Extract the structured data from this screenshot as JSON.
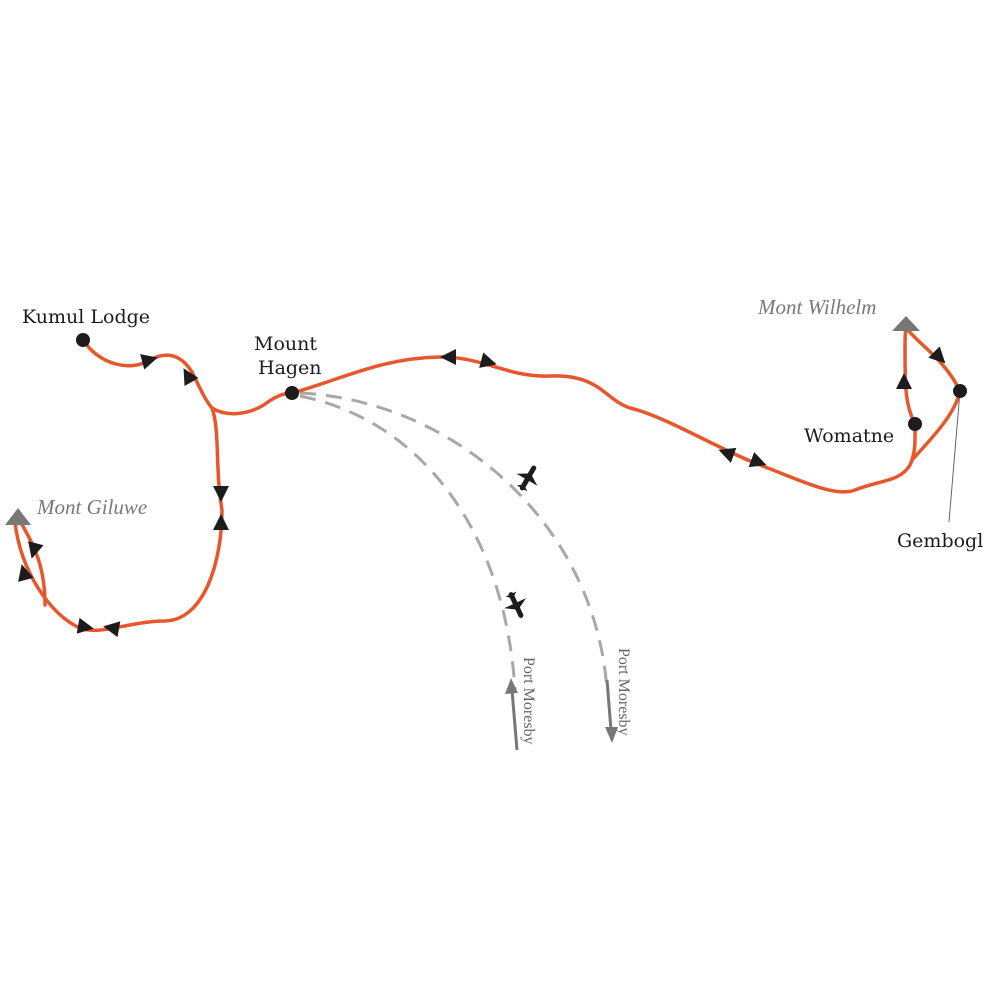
{
  "places": {
    "kumul_lodge": "Kumul Lodge",
    "mount_hagen_1": "Mount",
    "mount_hagen_2": "Hagen",
    "womatne": "Womatne",
    "gembogl": "Gembogl"
  },
  "peaks": {
    "giluwe": "Mont Giluwe",
    "wilhelm": "Mont Wilhelm"
  },
  "flights": {
    "inbound": "Port Moresby",
    "outbound": "Port Moresby"
  },
  "colors": {
    "route": "#e8562c",
    "marker": "#1c1c1c",
    "peak": "#777777",
    "flight": "#a8a8a8"
  }
}
